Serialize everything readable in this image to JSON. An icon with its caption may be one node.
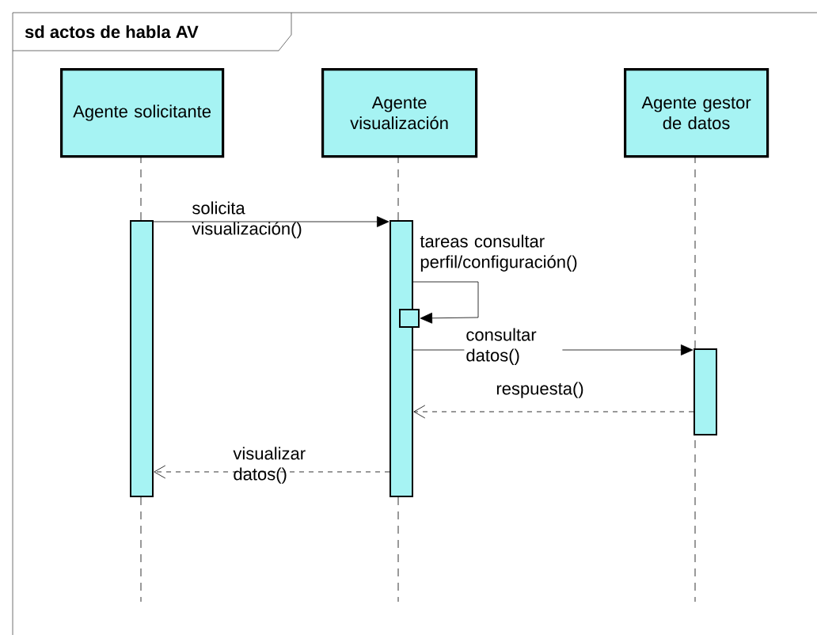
{
  "diagram": {
    "title": "sd actos de habla AV",
    "nodes": [
      {
        "text": [
          "Agente solicitante"
        ]
      },
      {
        "text": [
          "Agente visualización"
        ]
      },
      {
        "text": [
          "Agente gestor de datos"
        ]
      },
      {
        "text": [],
        "shape": "bar"
      },
      {
        "text": [],
        "shape": "bar"
      },
      {
        "text": [],
        "shape": "bar"
      },
      {
        "text": [],
        "shape": "box"
      }
    ],
    "edges": [
      {
        "from": 3,
        "to": 4,
        "arrow": "to",
        "label": "solicita visualización()"
      },
      {
        "from": 4,
        "to": 6,
        "arrow": "to",
        "label": "tareas consultar perfil/configuración()"
      },
      {
        "from": 4,
        "to": 5,
        "arrow": "to",
        "label": "consultar datos()"
      },
      {
        "from": 5,
        "to": 4,
        "arrow": "to",
        "label": "respuesta()",
        "style": "dashed"
      },
      {
        "from": 4,
        "to": 3,
        "arrow": "to",
        "label": "visualizar datos()",
        "style": "dashed"
      }
    ]
  }
}
